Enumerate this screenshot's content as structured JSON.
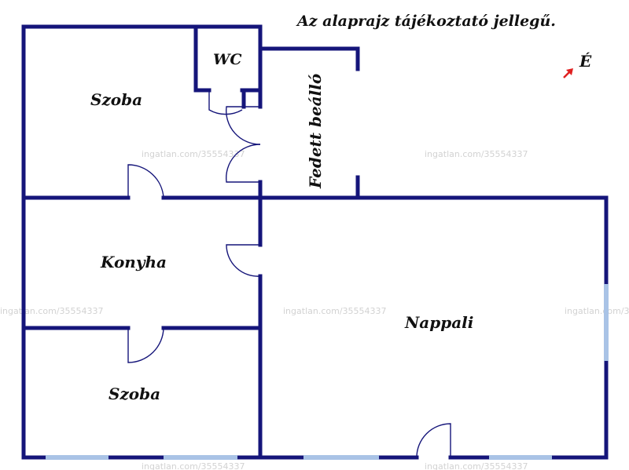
{
  "note": "Az alaprajz tájékoztató jellegű.",
  "compass": {
    "label": "É",
    "icon": "north-arrow-icon",
    "color": "#e02020"
  },
  "rooms": {
    "wc": "WC",
    "szoba_top": "Szoba",
    "fedett_beallo": "Fedett beálló",
    "konyha": "Konyha",
    "szoba_bottom": "Szoba",
    "nappali": "Nappali"
  },
  "watermark": "ingatlan.com/35554337",
  "colors": {
    "wall": "#15157a",
    "window": "#a9c3e6",
    "text": "#111111"
  }
}
